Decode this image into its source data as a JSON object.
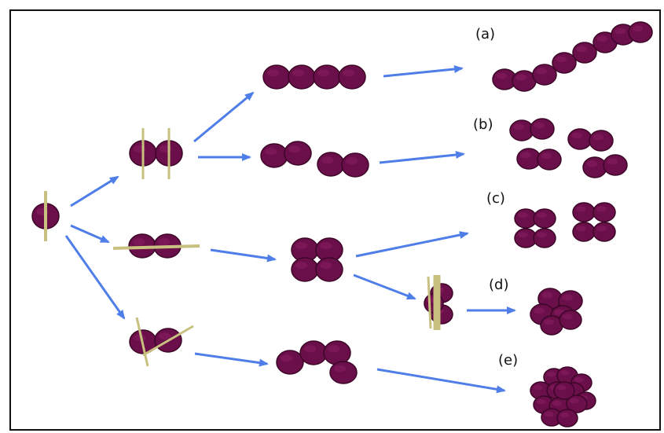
{
  "labels": {
    "a": "(a)",
    "b": "(b)",
    "c": "(c)",
    "d": "(d)",
    "e": "(e)"
  },
  "colors": {
    "cell": "#6b0f4a",
    "cell_highlight": "#8a1f63",
    "cell_outline": "#3d0628",
    "division_plane": "#c8c07f",
    "arrow": "#4f7ee8",
    "border": "#111111"
  }
}
